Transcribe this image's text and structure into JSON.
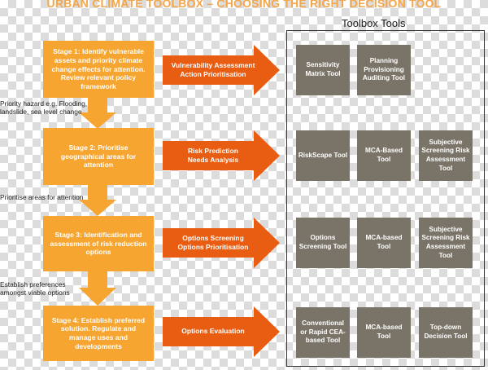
{
  "title": "URBAN CLIMATE TOOLBOX – CHOOSING THE RIGHT DECISION TOOL",
  "toolbox_title": "Toolbox Tools",
  "colors": {
    "stage": "#f7a531",
    "arrow": "#e85d12",
    "tool": "#7a7468",
    "title": "#f4a64b"
  },
  "stages": [
    {
      "label": "Stage 1: Identify vulnerable assets and priority climate change effects for attention. Review relevant policy framework",
      "actions": [
        "Vulnerability Assessment",
        "Action Prioritisation"
      ],
      "tools": [
        "Sensitivity Matrix Tool",
        "Planning Provisioning Auditing Tool"
      ],
      "annotation": "Priority hazard e.g. Flooding, landslide, sea level change"
    },
    {
      "label": "Stage 2: Prioritise geographical areas for attention",
      "actions": [
        "Risk Prediction",
        "Needs Analysis"
      ],
      "tools": [
        "RiskScape Tool",
        "MCA-Based Tool",
        "Subjective Screening Risk Assessment Tool"
      ],
      "annotation": "Prioritise areas for attention"
    },
    {
      "label": "Stage 3: Identification and assessment of risk reduction options",
      "actions": [
        "Options Screening",
        "Options Prioritisation"
      ],
      "tools": [
        "Options Screening Tool",
        "MCA-based Tool",
        "Subjective Screening Risk Assessment Tool"
      ],
      "annotation": "Establish preferences amongst viable options"
    },
    {
      "label": "Stage 4: Establish preferred solution. Regulate and manage uses and developments",
      "actions": [
        "Options Evaluation"
      ],
      "tools": [
        "Conventional or Rapid CEA-based Tool",
        "MCA-based Tool",
        "Top-down Decision Tool"
      ]
    }
  ]
}
